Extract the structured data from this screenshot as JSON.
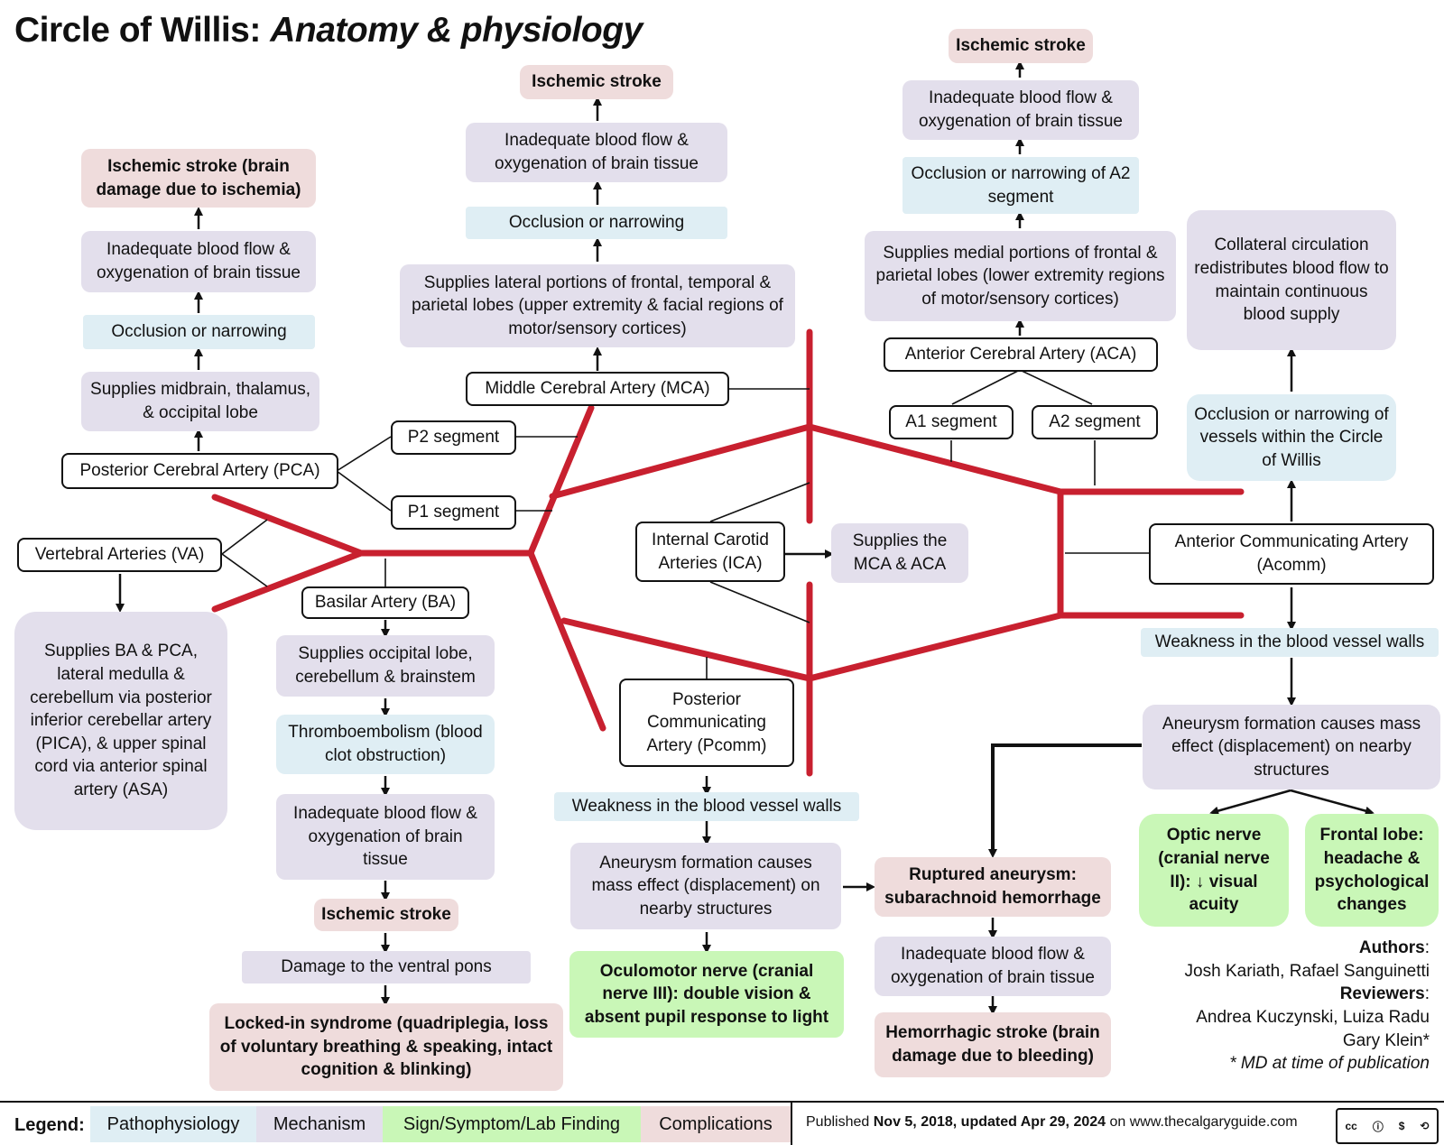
{
  "title": {
    "main": "Circle of Willis:",
    "sub": "Anatomy & physiology"
  },
  "pca": {
    "stroke": "Ischemic stroke (brain damage due to ischemia)",
    "flow": "Inadequate blood flow & oxygenation of brain tissue",
    "occlusion": "Occlusion or narrowing",
    "supplies": "Supplies midbrain, thalamus, & occipital lobe",
    "artery": "Posterior Cerebral Artery (PCA)"
  },
  "mca": {
    "stroke": "Ischemic stroke",
    "flow": "Inadequate blood flow & oxygenation of brain tissue",
    "occlusion": "Occlusion or narrowing",
    "supplies": "Supplies lateral portions of frontal, temporal & parietal lobes (upper extremity & facial regions of motor/sensory cortices)",
    "artery": "Middle Cerebral Artery (MCA)"
  },
  "aca": {
    "stroke": "Ischemic stroke",
    "flow": "Inadequate blood flow & oxygenation of brain tissue",
    "occlusion": "Occlusion or narrowing of A2 segment",
    "supplies": "Supplies medial portions of frontal & parietal lobes (lower extremity regions of motor/sensory cortices)",
    "artery": "Anterior Cerebral Artery (ACA)",
    "a1": "A1 segment",
    "a2": "A2 segment"
  },
  "collateral": {
    "text": "Collateral circulation redistributes blood flow to maintain continuous blood supply",
    "occlusion": "Occlusion or narrowing of vessels within the Circle of Willis"
  },
  "segments": {
    "p2": "P2 segment",
    "p1": "P1 segment"
  },
  "va": {
    "artery": "Vertebral Arteries (VA)",
    "supplies": "Supplies BA & PCA, lateral medulla & cerebellum via posterior inferior cerebellar artery (PICA), & upper spinal cord via anterior spinal artery (ASA)"
  },
  "ba": {
    "artery": "Basilar Artery (BA)",
    "supplies": "Supplies occipital lobe, cerebellum & brainstem",
    "thrombo": "Thromboembolism (blood clot obstruction)",
    "flow": "Inadequate blood flow & oxygenation of brain tissue",
    "stroke": "Ischemic stroke",
    "pons": "Damage to the ventral pons",
    "locked": "Locked-in syndrome (quadriplegia, loss of voluntary breathing & speaking, intact cognition & blinking)"
  },
  "ica": {
    "artery": "Internal Carotid Arteries (ICA)",
    "supplies": "Supplies the MCA & ACA"
  },
  "pcomm": {
    "artery": "Posterior Communicating Artery (Pcomm)",
    "weakness": "Weakness in the blood vessel walls",
    "aneurysm": "Aneurysm formation causes mass effect (displacement) on nearby structures",
    "cn3": "Oculomotor nerve (cranial nerve III): double vision & absent pupil response to light"
  },
  "rupture": {
    "sah": "Ruptured aneurysm: subarachnoid hemorrhage",
    "flow": "Inadequate blood flow & oxygenation of brain tissue",
    "stroke": "Hemorrhagic stroke (brain damage due to bleeding)"
  },
  "acomm": {
    "artery": "Anterior Communicating Artery (Acomm)",
    "weakness": "Weakness in the blood vessel walls",
    "aneurysm": "Aneurysm formation causes mass effect (displacement) on nearby structures",
    "optic": "Optic nerve (cranial nerve II): ↓ visual acuity",
    "frontal": "Frontal lobe: headache & psychological changes"
  },
  "authors": {
    "authors_label": "Authors",
    "authors": "Josh Kariath, Rafael Sanguinetti",
    "reviewers_label": "Reviewers",
    "reviewers": "Andrea Kuczynski, Luiza Radu",
    "reviewer2": "Gary Klein*",
    "note": "* MD at time of publication"
  },
  "legend": {
    "label": "Legend:",
    "pathophysiology": "Pathophysiology",
    "mechanism": "Mechanism",
    "sign": "Sign/Symptom/Lab Finding",
    "complications": "Complications",
    "published_prefix": "Published",
    "published_dates": "Nov 5, 2018, updated Apr 29, 2024",
    "published_suffix": "on www.thecalgaryguide.com",
    "license": "cc"
  },
  "colors": {
    "artery": "#c8202f",
    "pathophysiology": "#dfeef4",
    "mechanism": "#e3dfec",
    "sign": "#c9f7b7",
    "complications": "#efdcdc"
  }
}
